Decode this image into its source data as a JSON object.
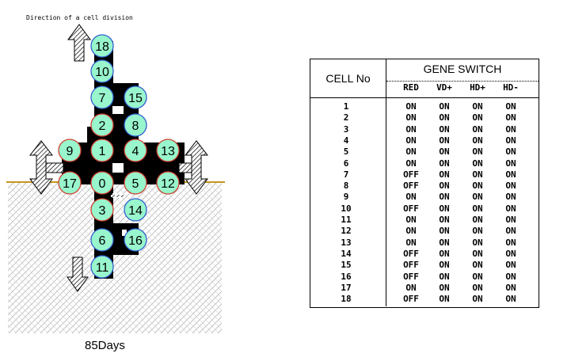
{
  "diagram": {
    "caption": "Direction of a cell division",
    "days_label": "85Days",
    "colors": {
      "cell_fill": "#98f5cc",
      "cell_border_red": "#d04030",
      "cell_border_blue": "#3060d0",
      "ground_line": "#c89420",
      "skeleton": "#000000"
    },
    "cells": [
      {
        "id": "18",
        "border": "blue"
      },
      {
        "id": "10",
        "border": "blue"
      },
      {
        "id": "7",
        "border": "blue"
      },
      {
        "id": "15",
        "border": "blue"
      },
      {
        "id": "2",
        "border": "red"
      },
      {
        "id": "8",
        "border": "blue"
      },
      {
        "id": "9",
        "border": "red"
      },
      {
        "id": "1",
        "border": "red"
      },
      {
        "id": "4",
        "border": "red"
      },
      {
        "id": "13",
        "border": "red"
      },
      {
        "id": "17",
        "border": "red"
      },
      {
        "id": "0",
        "border": "red"
      },
      {
        "id": "5",
        "border": "red"
      },
      {
        "id": "12",
        "border": "red"
      },
      {
        "id": "3",
        "border": "red"
      },
      {
        "id": "14",
        "border": "blue"
      },
      {
        "id": "6",
        "border": "blue"
      },
      {
        "id": "16",
        "border": "blue"
      },
      {
        "id": "11",
        "border": "blue"
      }
    ]
  },
  "table": {
    "cell_no_header": "CELL No",
    "gene_switch_header": "GENE SWITCH",
    "columns": [
      "RED",
      "VD+",
      "HD+",
      "HD-"
    ],
    "rows": [
      [
        "1",
        "ON",
        "ON",
        "ON",
        "ON"
      ],
      [
        "2",
        "ON",
        "ON",
        "ON",
        "ON"
      ],
      [
        "3",
        "ON",
        "ON",
        "ON",
        "ON"
      ],
      [
        "4",
        "ON",
        "ON",
        "ON",
        "ON"
      ],
      [
        "5",
        "ON",
        "ON",
        "ON",
        "ON"
      ],
      [
        "6",
        "ON",
        "ON",
        "ON",
        "ON"
      ],
      [
        "7",
        "OFF",
        "ON",
        "ON",
        "ON"
      ],
      [
        "8",
        "OFF",
        "ON",
        "ON",
        "ON"
      ],
      [
        "9",
        "ON",
        "ON",
        "ON",
        "ON"
      ],
      [
        "10",
        "OFF",
        "ON",
        "ON",
        "ON"
      ],
      [
        "11",
        "ON",
        "ON",
        "ON",
        "ON"
      ],
      [
        "12",
        "ON",
        "ON",
        "ON",
        "ON"
      ],
      [
        "13",
        "ON",
        "ON",
        "ON",
        "ON"
      ],
      [
        "14",
        "OFF",
        "ON",
        "ON",
        "ON"
      ],
      [
        "15",
        "OFF",
        "ON",
        "ON",
        "ON"
      ],
      [
        "16",
        "OFF",
        "ON",
        "ON",
        "ON"
      ],
      [
        "17",
        "ON",
        "ON",
        "ON",
        "ON"
      ],
      [
        "18",
        "OFF",
        "ON",
        "ON",
        "ON"
      ]
    ]
  }
}
